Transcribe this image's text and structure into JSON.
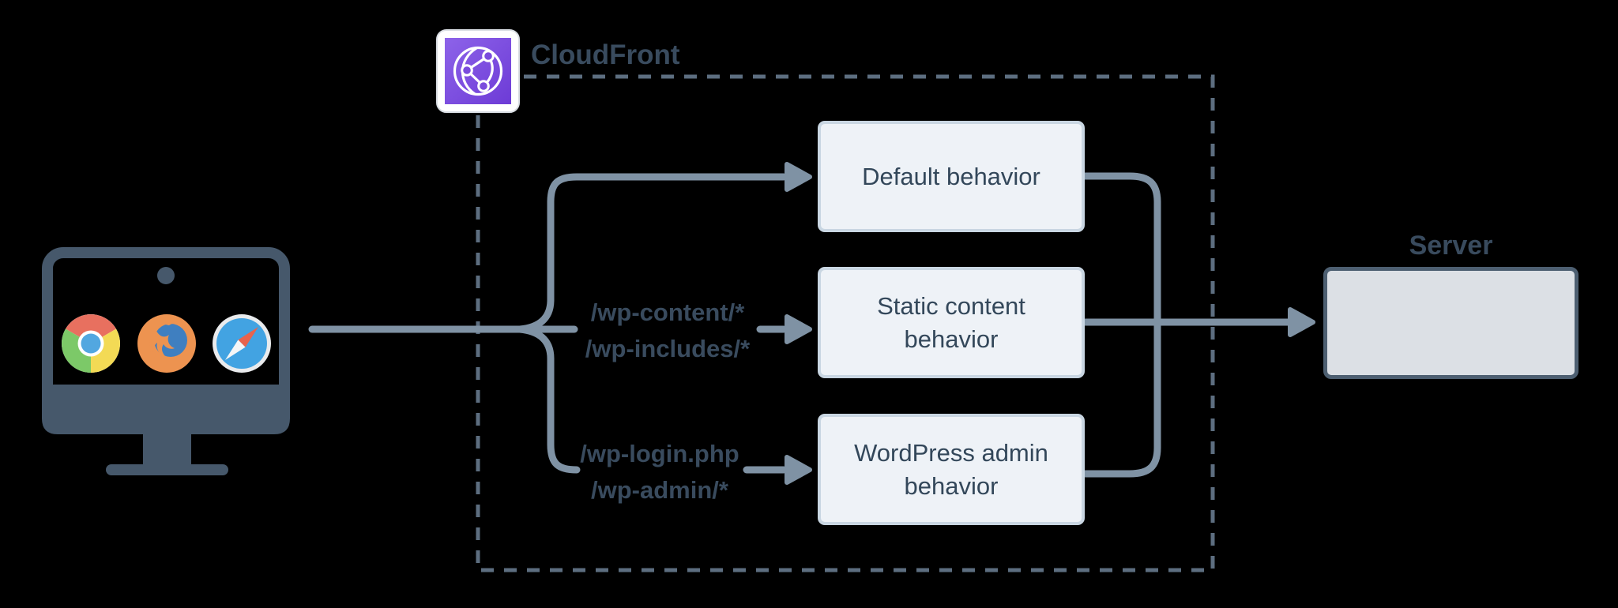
{
  "colors": {
    "bg": "#000000",
    "ink": "#394b5e",
    "slate": "#46586b",
    "line": "#7f92a4",
    "dash": "#5d6e80",
    "box-fill": "#eef2f7",
    "box-border": "#c9d6e2",
    "box-ink": "#33475a",
    "server-fill": "#dce0e5",
    "server-border": "#4d5f71",
    "cf-purple-1": "#8d63e9",
    "cf-purple-2": "#6d3bd6"
  },
  "labels": {
    "cloudfront": "CloudFront",
    "server": "Server"
  },
  "routes": {
    "static": {
      "line1": "/wp-content/*",
      "line2": "/wp-includes/*"
    },
    "admin": {
      "line1": "/wp-login.php",
      "line2": "/wp-admin/*"
    }
  },
  "behaviors": {
    "default": {
      "line1": "Default behavior"
    },
    "static": {
      "line1": "Static content",
      "line2": "behavior"
    },
    "admin": {
      "line1": "WordPress admin",
      "line2": "behavior"
    }
  },
  "icons": {
    "client": "desktop-monitor with browser logos",
    "browsers": [
      "chrome",
      "firefox",
      "safari"
    ],
    "cloudfront": "globe-network on purple tile"
  }
}
